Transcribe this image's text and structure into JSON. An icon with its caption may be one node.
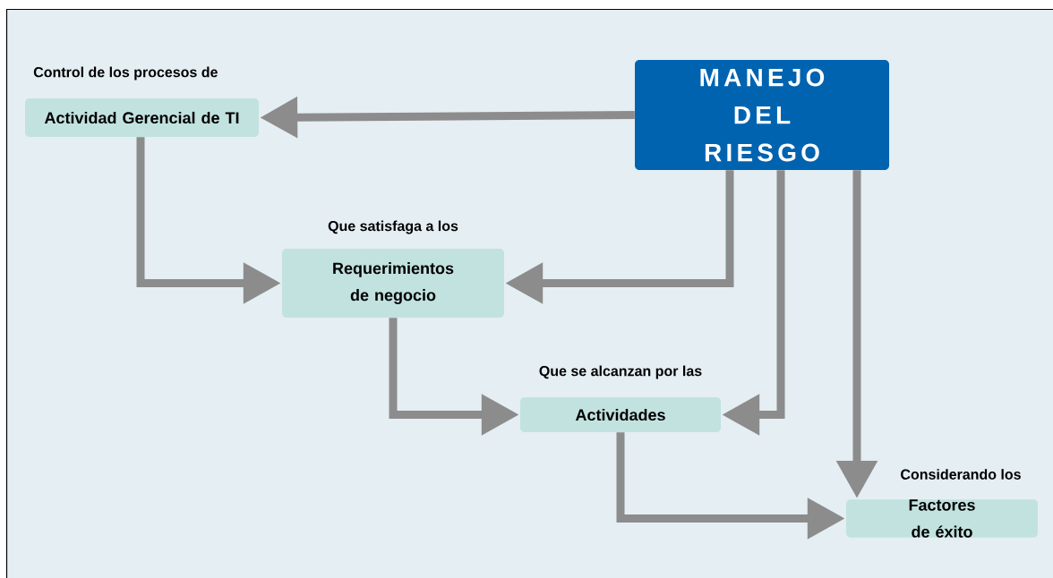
{
  "diagram": {
    "nodes": [
      {
        "text": [
          "MANEJO DEL RIESGO"
        ]
      },
      {
        "text": [
          "Control de los procesos de",
          "Actividad Gerencial de TI"
        ]
      },
      {
        "text": [
          "Que satisfaga a los",
          "Requerimientos de negocio"
        ]
      },
      {
        "text": [
          "Que se alcanzan por las",
          "Actividades"
        ]
      },
      {
        "text": [
          "Considerando los",
          "Factores de éxito"
        ]
      }
    ],
    "edges": [
      {
        "from": 0,
        "to": 1,
        "arrow": "to"
      },
      {
        "from": 1,
        "to": 2,
        "arrow": "to"
      },
      {
        "from": 0,
        "to": 2,
        "arrow": "to"
      },
      {
        "from": 2,
        "to": 3,
        "arrow": "to"
      },
      {
        "from": 0,
        "to": 3,
        "arrow": "to"
      },
      {
        "from": 3,
        "to": 4,
        "arrow": "to"
      },
      {
        "from": 0,
        "to": 4,
        "arrow": "to"
      }
    ]
  }
}
